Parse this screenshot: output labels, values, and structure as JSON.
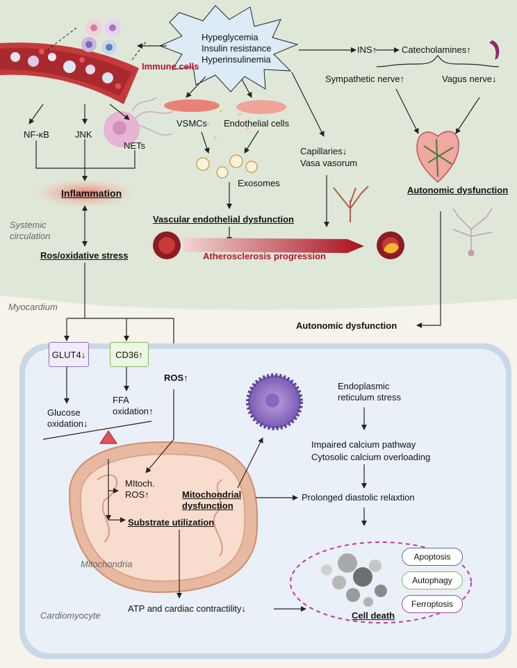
{
  "center": {
    "line1": "Hypeglycemia",
    "line2": "Insulin resistance",
    "line3": "Hyperinsulinemia"
  },
  "top": {
    "immune_cells": "Immune cells",
    "nfkb": "NF-κB",
    "jnk": "JNK",
    "nets": "NETs",
    "inflammation": "Inflammation",
    "systemic_circulation_1": "Systemic",
    "systemic_circulation_2": "circulation",
    "ros_oxidative": "Ros/oxidative stress",
    "vsmcs": "VSMCs",
    "endothelial_cells": "Endothelial cells",
    "exosomes": "Exosomes",
    "vascular_dysfunction": "Vascular endothelial dysfunction",
    "atherosclerosis": "Atherosclerosis progression",
    "ins": "INS↑",
    "catecholamines": "Catecholamines↑",
    "sympathetic": "Sympathetic nerve↑",
    "vagus": "Vagus nerve↓",
    "capillaries_1": "Capillaries↓",
    "capillaries_2": "Vasa vasorum",
    "autonomic_1": "Autonomic dysfunction",
    "autonomic_2": "Autonomic dysfunction"
  },
  "myocardium": {
    "label": "Myocardium",
    "glut4": "GLUT4↓",
    "cd36": "CD36↑",
    "ros": "ROS↑",
    "glucose_1": "Glucose",
    "glucose_2": "oxidation↓",
    "ffa_1": "FFA",
    "ffa_2": "oxidation↑",
    "er_1": "Endoplasmic",
    "er_2": "reticulum stress",
    "calcium_1": "Impaired calcium pathway",
    "calcium_2": "Cytosolic calcium overloading",
    "mito_ros_1": "MItoch.",
    "mito_ros_2": "ROS↑",
    "mito_dys_1": "Mitochondrial",
    "mito_dys_2": "dysfunction",
    "substrate": "Substrate utilization",
    "diastolic": "Prolonged diastolic relaxtion",
    "mitochondria": "Mitochondria",
    "atp": "ATP and cardiac contractility↓",
    "cardiomyocyte": "Cardiomyocyte",
    "apoptosis": "Apoptosis",
    "autophagy": "Autophagy",
    "ferroptosis": "Ferroptosis",
    "cell_death": "Cell death"
  },
  "colors": {
    "top_bg": "#dfe8d8",
    "bottom_bg": "#f6f3ea",
    "cell_border": "#a9bfd4",
    "cell_fill": "#eaf0f7",
    "mito_outer": "#e2b49a",
    "mito_fill": "#f8dccd",
    "atherosclerosis": "#b3132b",
    "glut4_border": "#8c6cc4",
    "cd36_border": "#7fb85a",
    "apoptosis_border": "#5b6bb5",
    "autophagy_border": "#7fb85a",
    "ferroptosis_border": "#a04aa8",
    "cell_death_outline": "#c0399a"
  }
}
